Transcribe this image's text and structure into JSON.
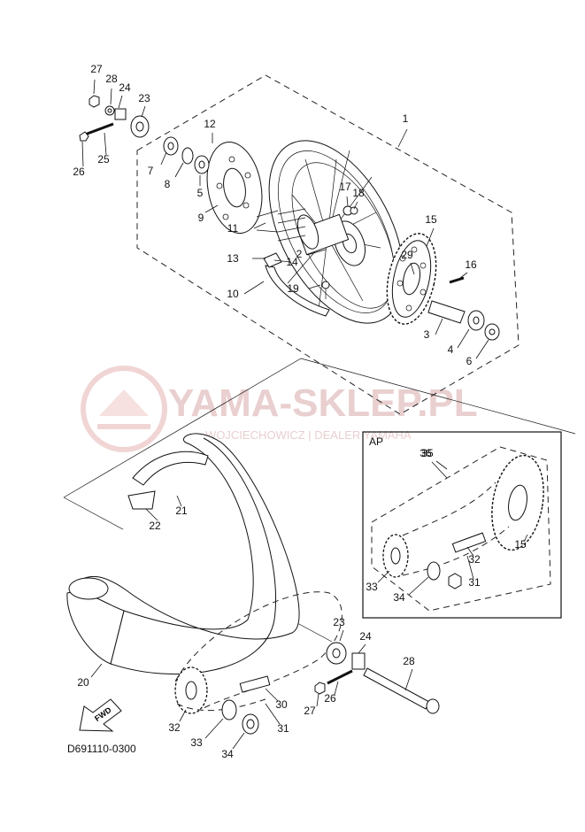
{
  "diagram": {
    "code": "D691110-0300",
    "inset_label": "AP",
    "fwd_label": "FWD",
    "watermark": {
      "title": "YAMA-SKLEP.PL",
      "subtitle": "WOJCIECHOWICZ | DEALER YAMAHA"
    },
    "callouts": [
      "1",
      "2",
      "3",
      "4",
      "5",
      "6",
      "7",
      "8",
      "9",
      "10",
      "11",
      "12",
      "13",
      "14",
      "15",
      "16",
      "17",
      "18",
      "19",
      "20",
      "21",
      "22",
      "23",
      "24",
      "25",
      "26",
      "27",
      "28",
      "29",
      "30",
      "31",
      "32",
      "33",
      "34",
      "35",
      "36"
    ],
    "inset_callouts": [
      "36",
      "15",
      "32",
      "31",
      "33",
      "34"
    ],
    "lower_callouts": [
      "23",
      "24",
      "28",
      "27",
      "26",
      "32",
      "31",
      "33",
      "34",
      "35",
      "20",
      "21",
      "22"
    ]
  },
  "colors": {
    "line": "#111111",
    "watermark": "#e8c9c9"
  }
}
